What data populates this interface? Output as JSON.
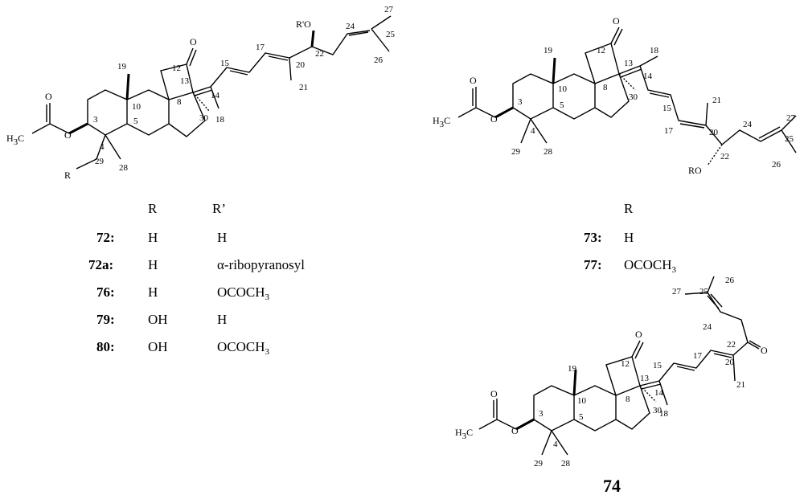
{
  "structure_72": {
    "labels": {
      "ro_prime": "R'O",
      "c27": "27",
      "c24": "24",
      "c25": "25",
      "c26": "26",
      "c22": "22",
      "c20": "20",
      "c21": "21",
      "c17": "17",
      "c15": "15",
      "c14": "14",
      "c13": "13",
      "c12": "12",
      "c18": "18",
      "c19": "19",
      "c10": "10",
      "c8": "8",
      "c30": "30",
      "c5": "5",
      "c3": "3",
      "c4": "4",
      "c28": "28",
      "c29": "29",
      "r": "R",
      "h3c": "H",
      "h3c_sub": "3",
      "h3c_c": "C"
    }
  },
  "structure_73": {
    "labels": {
      "c18": "18",
      "c12": "12",
      "c13": "13",
      "c14": "14",
      "c19": "19",
      "c10": "10",
      "c8": "8",
      "c30": "30",
      "c5": "5",
      "c3": "3",
      "c4": "4",
      "c29": "29",
      "c28": "28",
      "c15": "15",
      "c17": "17",
      "c21": "21",
      "c20": "20",
      "c24": "24",
      "c27": "27",
      "c25": "25",
      "c22": "22",
      "c26": "26",
      "ro": "RO",
      "h3c": "H",
      "h3c_sub": "3",
      "h3c_c": "C"
    }
  },
  "structure_74": {
    "labels": {
      "c26": "26",
      "c27": "27",
      "c25": "25",
      "c24": "24",
      "c22": "22",
      "c12": "12",
      "c17": "17",
      "c15": "15",
      "c20": "20",
      "c21": "21",
      "c13": "13",
      "c14": "14",
      "c18": "18",
      "c19": "19",
      "c10": "10",
      "c8": "8",
      "c30": "30",
      "c5": "5",
      "c3": "3",
      "c4": "4",
      "c29": "29",
      "c28": "28",
      "h3c": "H",
      "h3c_sub": "3",
      "h3c_c": "C"
    },
    "compound_id": "74"
  },
  "table_72": {
    "headers": [
      "",
      "R",
      "R’"
    ],
    "rows": [
      {
        "id": "72:",
        "r": "H",
        "r_prime": "H"
      },
      {
        "id": "72a:",
        "r": "H",
        "r_prime": "α-ribopyranosyl"
      },
      {
        "id": "76:",
        "r": "H",
        "r_prime_main": "OCOCH",
        "r_prime_sub": "3"
      },
      {
        "id": "79:",
        "r": "OH",
        "r_prime": "H"
      },
      {
        "id": "80:",
        "r": "OH",
        "r_prime_main": "OCOCH",
        "r_prime_sub": "3"
      }
    ]
  },
  "table_73": {
    "header": "R",
    "rows": [
      {
        "id": "73:",
        "r": "H"
      },
      {
        "id": "77:",
        "r_main": "OCOCH",
        "r_sub": "3"
      }
    ]
  }
}
